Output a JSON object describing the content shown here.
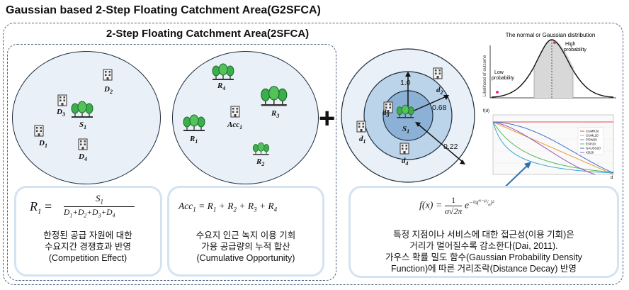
{
  "title": "Gaussian based 2-Step Floating Catchment Area(G2SFCA)",
  "subtitle": "2-Step Floating Catchment Area(2SFCA)",
  "plus_sign": "+",
  "panel1": {
    "labels": {
      "d1": "D",
      "d1s": "1",
      "d2": "D",
      "d2s": "2",
      "d3": "D",
      "d3s": "3",
      "d4": "D",
      "d4s": "4",
      "s1": "S",
      "s1s": "1"
    },
    "formula": {
      "lhs": "R",
      "lhs_sub": "1",
      "eq": "=",
      "numerator": "S",
      "numerator_sub": "1",
      "denominator": "D1+D2+D3+D4"
    },
    "desc": [
      "한정된 공급 자원에 대한",
      "수요지간 경쟁효과 반영",
      "(Competition Effect)"
    ]
  },
  "panel2": {
    "labels": {
      "r1": "R",
      "r1s": "1",
      "r2": "R",
      "r2s": "2",
      "r3": "R",
      "r3s": "3",
      "r4": "R",
      "r4s": "4",
      "acc": "Acc",
      "accs": "1"
    },
    "formula": {
      "text": "Acc1 = R1 + R2 + R3 + R4"
    },
    "desc": [
      "수요지 인근 녹지 이용 기회",
      "가용 공급량의 누적 합산",
      "(Cumulative Opportunity)"
    ]
  },
  "panel3": {
    "labels": {
      "d1": "d",
      "d1s": "1",
      "d2": "d",
      "d2s": "2",
      "d3": "d",
      "d3s": "3",
      "d4": "d",
      "d4s": "4",
      "s1": "S",
      "s1s": "1"
    },
    "weights": [
      "1.0",
      "0.68",
      "0.22"
    ],
    "formula": {
      "text": "f(x) = 1/(σ√2π) e^(−½((x−μ)/σ)²)"
    },
    "desc": [
      "특정 지점이나 서비스에 대한 접근성(이용 기회)은",
      "거리가 멀어질수록 감소한다(Dai, 2011).",
      "가우스 확률 밀도 함수(Gaussian Probability Density",
      "Function)에 따른 거리조락(Distance Decay) 반영"
    ]
  },
  "gauss_chart": {
    "title": "The normal or Gaussian distribution",
    "ylabel": "Likelihood of outcome",
    "high_label": [
      "High",
      "probability"
    ],
    "low_label": [
      "Low",
      "probability"
    ]
  },
  "decay_chart": {
    "y_label": "f(d)",
    "x_label": "d",
    "legend": [
      "CUMR20",
      "CUML20",
      "POW20",
      "EXP20",
      "GAUSS20",
      "KD20"
    ],
    "colors": {
      "CUMR20": "#e24b4b",
      "CUML20": "#e8a23a",
      "POW20": "#3aa6d9",
      "EXP20": "#5cb85c",
      "GAUSS20": "#3b6fd9",
      "KD20": "#9b59b6"
    }
  }
}
